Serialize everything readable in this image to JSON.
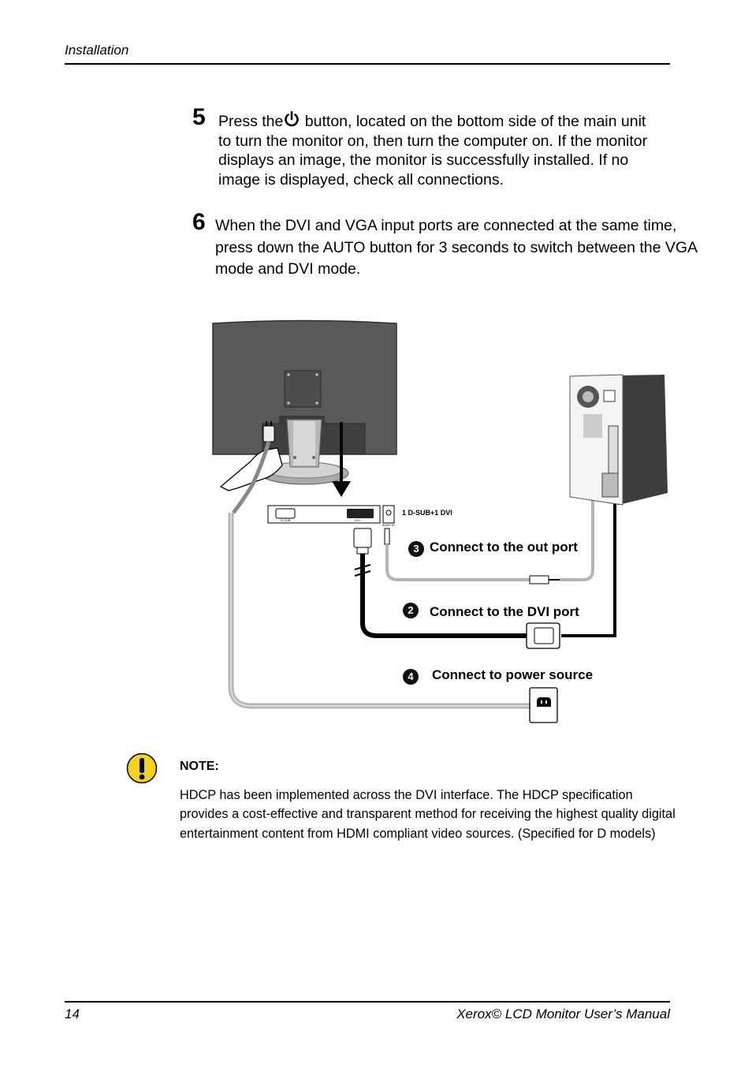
{
  "header": {
    "section": "Installation"
  },
  "steps": [
    {
      "number": "5",
      "text_before_icon": "Press the",
      "icon": "power-icon",
      "text_after_icon": " button, located on the bottom side of the main unit to turn the monitor on, then turn the computer on. If the monitor displays an image, the monitor is successfully installed. If no image is displayed, check all connections."
    },
    {
      "number": "6",
      "text": "When the DVI and VGA input ports are connected at the same time, press down the AUTO  button for 3 seconds to switch between the VGA mode and  DVI mode."
    }
  ],
  "diagram": {
    "port_panel_label": "1 D-SUB+1 DVI",
    "port_labels": [
      "D-SUB",
      "DVI",
      "AUDIO IN"
    ],
    "callouts": [
      {
        "marker": "3",
        "label": "Connect to the out port"
      },
      {
        "marker": "2",
        "label": "Connect to the DVI port"
      },
      {
        "marker": "4",
        "label": "Connect to power source"
      }
    ]
  },
  "note": {
    "icon": "warning-icon",
    "title": "NOTE:",
    "body": "HDCP has been implemented across the DVI interface. The HDCP specification provides a cost-effective and transparent method for receiving the highest quality  digital entertainment content from HDMI compliant video sources.  (Specified for D    models)"
  },
  "footer": {
    "page_number": "14",
    "manual_title": "Xerox© LCD Monitor User’s Manual"
  },
  "colors": {
    "note_icon_fill": "#f2d21b",
    "monitor_back": "#58595b",
    "pc_side": "#3d3d3f"
  }
}
